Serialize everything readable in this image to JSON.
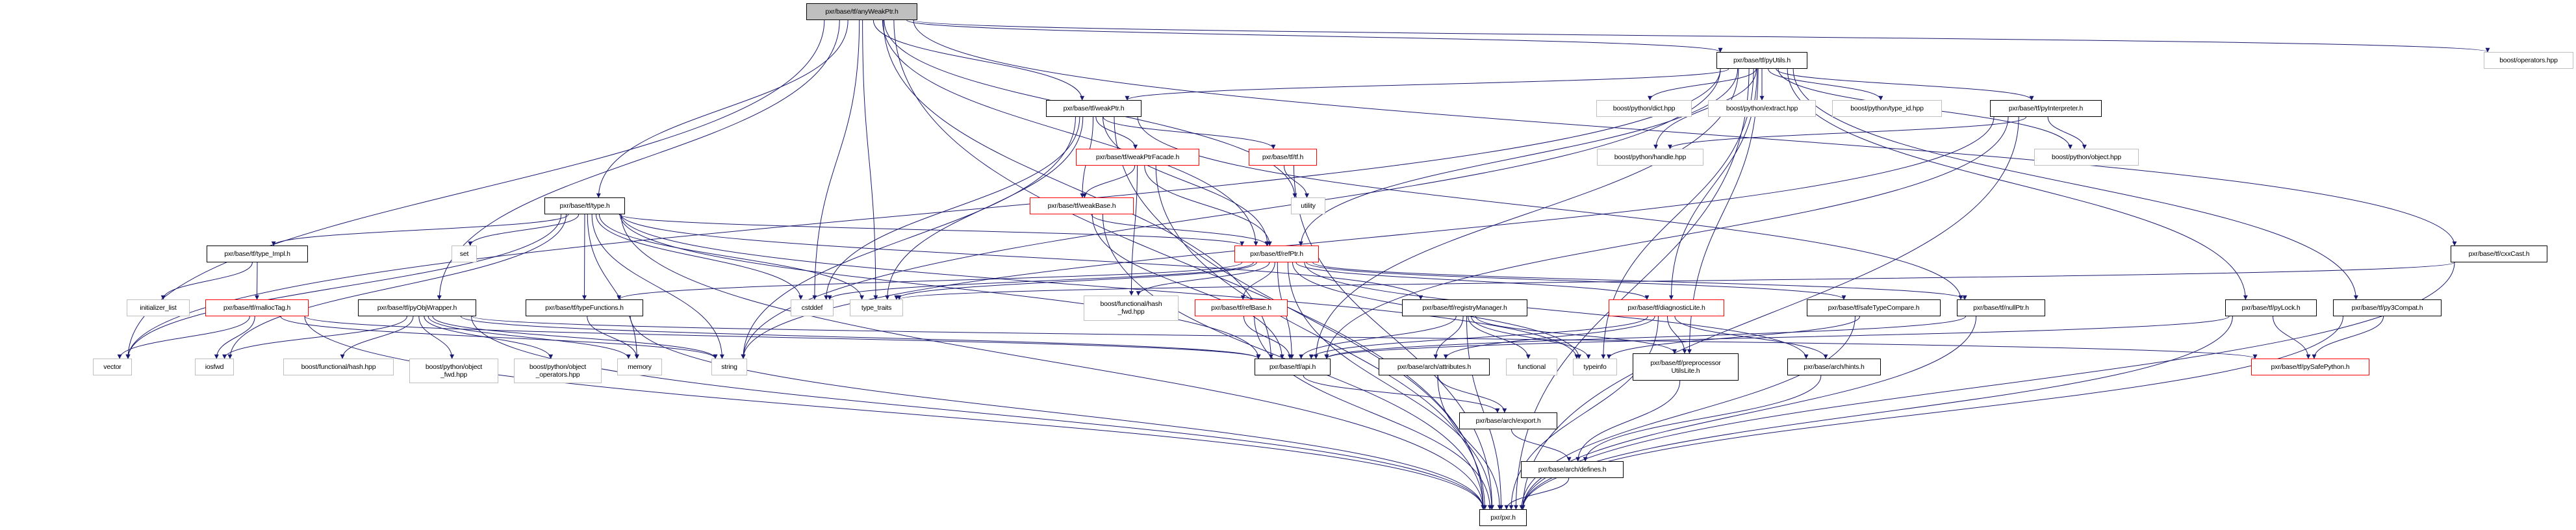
{
  "graph": {
    "title": "pxr/base/tf/anyWeakPtr.h",
    "edge_color": "#191970",
    "nodes": {
      "anyWeakPtr": "pxr/base/tf/anyWeakPtr.h",
      "pyUtils": "pxr/base/tf/pyUtils.h",
      "operators": "boost/operators.hpp",
      "weakPtr": "pxr/base/tf/weakPtr.h",
      "dict": "boost/python/dict.hpp",
      "extract": "boost/python/extract.hpp",
      "typeId": "boost/python/type_id.hpp",
      "pyInterpreter": "pxr/base/tf/pyInterpreter.h",
      "weakPtrFacade": "pxr/base/tf/weakPtrFacade.h",
      "tf": "pxr/base/tf/tf.h",
      "handle": "boost/python/handle.hpp",
      "object": "boost/python/object.hpp",
      "type": "pxr/base/tf/type.h",
      "weakBase": "pxr/base/tf/weakBase.h",
      "utility": "utility",
      "refPtr": "pxr/base/tf/refPtr.h",
      "cxxCast": "pxr/base/tf/cxxCast.h",
      "typeImpl": "pxr/base/tf/type_Impl.h",
      "set": "set",
      "initList": "initializer_list",
      "mallocTag": "pxr/base/tf/mallocTag.h",
      "pyObjWrapper": "pxr/base/tf/pyObjWrapper.h",
      "typeFunctions": "pxr/base/tf/typeFunctions.h",
      "cstddef": "cstddef",
      "typeTraits": "type_traits",
      "hashFwd": "boost/functional/hash\n_fwd.hpp",
      "refBase": "pxr/base/tf/refBase.h",
      "registryManager": "pxr/base/tf/registryManager.h",
      "diagnosticLite": "pxr/base/tf/diagnosticLite.h",
      "safeTypeCompare": "pxr/base/tf/safeTypeCompare.h",
      "nullPtr": "pxr/base/tf/nullPtr.h",
      "pyLock": "pxr/base/tf/pyLock.h",
      "py3Compat": "pxr/base/tf/py3Compat.h",
      "vector": "vector",
      "iosfwd": "iosfwd",
      "hash": "boost/functional/hash.hpp",
      "objectFwd": "boost/python/object\n_fwd.hpp",
      "objectOps": "boost/python/object\n_operators.hpp",
      "memory": "memory",
      "string": "string",
      "api": "pxr/base/tf/api.h",
      "attributes": "pxr/base/arch/attributes.h",
      "functional": "functional",
      "typeinfo": "typeinfo",
      "ppUtils": "pxr/base/tf/preprocessor\nUtilsLite.h",
      "hints": "pxr/base/arch/hints.h",
      "pySafePython": "pxr/base/tf/pySafePython.h",
      "export": "pxr/base/arch/export.h",
      "defines": "pxr/base/arch/defines.h",
      "pxr": "pxr/pxr.h"
    },
    "edges": [
      [
        "anyWeakPtr",
        "pyUtils"
      ],
      [
        "anyWeakPtr",
        "operators"
      ],
      [
        "anyWeakPtr",
        "weakPtr"
      ],
      [
        "anyWeakPtr",
        "type"
      ],
      [
        "anyWeakPtr",
        "pyObjWrapper"
      ],
      [
        "anyWeakPtr",
        "cstddef"
      ],
      [
        "anyWeakPtr",
        "typeTraits"
      ],
      [
        "anyWeakPtr",
        "vector"
      ],
      [
        "anyWeakPtr",
        "pxr"
      ],
      [
        "anyWeakPtr",
        "api"
      ],
      [
        "anyWeakPtr",
        "utility"
      ],
      [
        "anyWeakPtr",
        "cxxCast"
      ],
      [
        "anyWeakPtr",
        "refPtr"
      ],
      [
        "pyUtils",
        "weakPtr"
      ],
      [
        "pyUtils",
        "vector"
      ],
      [
        "pyUtils",
        "string"
      ],
      [
        "pyUtils",
        "api"
      ],
      [
        "pyUtils",
        "refPtr"
      ],
      [
        "pyUtils",
        "diagnosticLite"
      ],
      [
        "pyUtils",
        "dict"
      ],
      [
        "pyUtils",
        "extract"
      ],
      [
        "pyUtils",
        "typeId"
      ],
      [
        "pyUtils",
        "handle"
      ],
      [
        "pyUtils",
        "object"
      ],
      [
        "pyUtils",
        "pyInterpreter"
      ],
      [
        "pyUtils",
        "pyLock"
      ],
      [
        "pyUtils",
        "py3Compat"
      ],
      [
        "pyUtils",
        "pxr"
      ],
      [
        "pyUtils",
        "typeinfo"
      ],
      [
        "pyUtils",
        "ppUtils"
      ],
      [
        "weakPtr",
        "weakPtrFacade"
      ],
      [
        "weakPtr",
        "weakBase"
      ],
      [
        "weakPtr",
        "tf"
      ],
      [
        "weakPtr",
        "refPtr"
      ],
      [
        "weakPtr",
        "cstddef"
      ],
      [
        "weakPtr",
        "typeTraits"
      ],
      [
        "weakPtr",
        "pxr"
      ],
      [
        "weakPtr",
        "nullPtr"
      ],
      [
        "weakPtr",
        "string"
      ],
      [
        "weakPtrFacade",
        "weakBase"
      ],
      [
        "weakPtrFacade",
        "refPtr"
      ],
      [
        "weakPtrFacade",
        "hashFwd"
      ],
      [
        "weakPtrFacade",
        "pxr"
      ],
      [
        "tf",
        "utility"
      ],
      [
        "tf",
        "pxr"
      ],
      [
        "weakBase",
        "refPtr"
      ],
      [
        "weakBase",
        "api"
      ],
      [
        "weakBase",
        "pxr"
      ],
      [
        "refPtr",
        "cstddef"
      ],
      [
        "refPtr",
        "typeTraits"
      ],
      [
        "refPtr",
        "typeFunctions"
      ],
      [
        "refPtr",
        "hashFwd"
      ],
      [
        "refPtr",
        "refBase"
      ],
      [
        "refPtr",
        "api"
      ],
      [
        "refPtr",
        "diagnosticLite"
      ],
      [
        "refPtr",
        "safeTypeCompare"
      ],
      [
        "refPtr",
        "nullPtr"
      ],
      [
        "refPtr",
        "typeinfo"
      ],
      [
        "refPtr",
        "hints"
      ],
      [
        "refPtr",
        "pxr"
      ],
      [
        "refBase",
        "api"
      ],
      [
        "refBase",
        "pxr"
      ],
      [
        "type",
        "typeImpl"
      ],
      [
        "type",
        "set"
      ],
      [
        "type",
        "vector"
      ],
      [
        "type",
        "iosfwd"
      ],
      [
        "type",
        "typeFunctions"
      ],
      [
        "type",
        "memory"
      ],
      [
        "type",
        "string"
      ],
      [
        "type",
        "api"
      ],
      [
        "type",
        "cstddef"
      ],
      [
        "type",
        "typeTraits"
      ],
      [
        "type",
        "registryManager"
      ],
      [
        "type",
        "pxr"
      ],
      [
        "type",
        "refPtr"
      ],
      [
        "type",
        "typeinfo"
      ],
      [
        "typeImpl",
        "initList"
      ],
      [
        "typeImpl",
        "mallocTag"
      ],
      [
        "mallocTag",
        "vector"
      ],
      [
        "mallocTag",
        "iosfwd"
      ],
      [
        "mallocTag",
        "api"
      ],
      [
        "mallocTag",
        "pxr"
      ],
      [
        "mallocTag",
        "string"
      ],
      [
        "pyObjWrapper",
        "iosfwd"
      ],
      [
        "pyObjWrapper",
        "hash"
      ],
      [
        "pyObjWrapper",
        "objectFwd"
      ],
      [
        "pyObjWrapper",
        "objectOps"
      ],
      [
        "pyObjWrapper",
        "memory"
      ],
      [
        "pyObjWrapper",
        "string"
      ],
      [
        "pyObjWrapper",
        "api"
      ],
      [
        "pyObjWrapper",
        "pySafePython"
      ],
      [
        "pyObjWrapper",
        "pxr"
      ],
      [
        "typeFunctions",
        "memory"
      ],
      [
        "typeFunctions",
        "pxr"
      ],
      [
        "registryManager",
        "api"
      ],
      [
        "registryManager",
        "attributes"
      ],
      [
        "registryManager",
        "functional"
      ],
      [
        "registryManager",
        "typeinfo"
      ],
      [
        "registryManager",
        "ppUtils"
      ],
      [
        "registryManager",
        "pxr"
      ],
      [
        "diagnosticLite",
        "api"
      ],
      [
        "diagnosticLite",
        "attributes"
      ],
      [
        "diagnosticLite",
        "hints"
      ],
      [
        "diagnosticLite",
        "ppUtils"
      ],
      [
        "diagnosticLite",
        "pxr"
      ],
      [
        "safeTypeCompare",
        "typeinfo"
      ],
      [
        "safeTypeCompare",
        "pxr"
      ],
      [
        "api",
        "export"
      ],
      [
        "attributes",
        "export"
      ],
      [
        "attributes",
        "pxr"
      ],
      [
        "export",
        "defines"
      ],
      [
        "ppUtils",
        "defines"
      ],
      [
        "hints",
        "defines"
      ],
      [
        "defines",
        "pxr"
      ],
      [
        "nullPtr",
        "api"
      ],
      [
        "nullPtr",
        "pxr"
      ],
      [
        "pyInterpreter",
        "handle"
      ],
      [
        "pyInterpreter",
        "object"
      ],
      [
        "pyInterpreter",
        "string"
      ],
      [
        "pyInterpreter",
        "api"
      ],
      [
        "pyInterpreter",
        "pxr"
      ],
      [
        "pyLock",
        "api"
      ],
      [
        "pyLock",
        "pySafePython"
      ],
      [
        "pyLock",
        "pxr"
      ],
      [
        "py3Compat",
        "pySafePython"
      ],
      [
        "py3Compat",
        "pxr"
      ],
      [
        "cxxCast",
        "typeTraits"
      ],
      [
        "cxxCast",
        "pxr"
      ]
    ]
  }
}
